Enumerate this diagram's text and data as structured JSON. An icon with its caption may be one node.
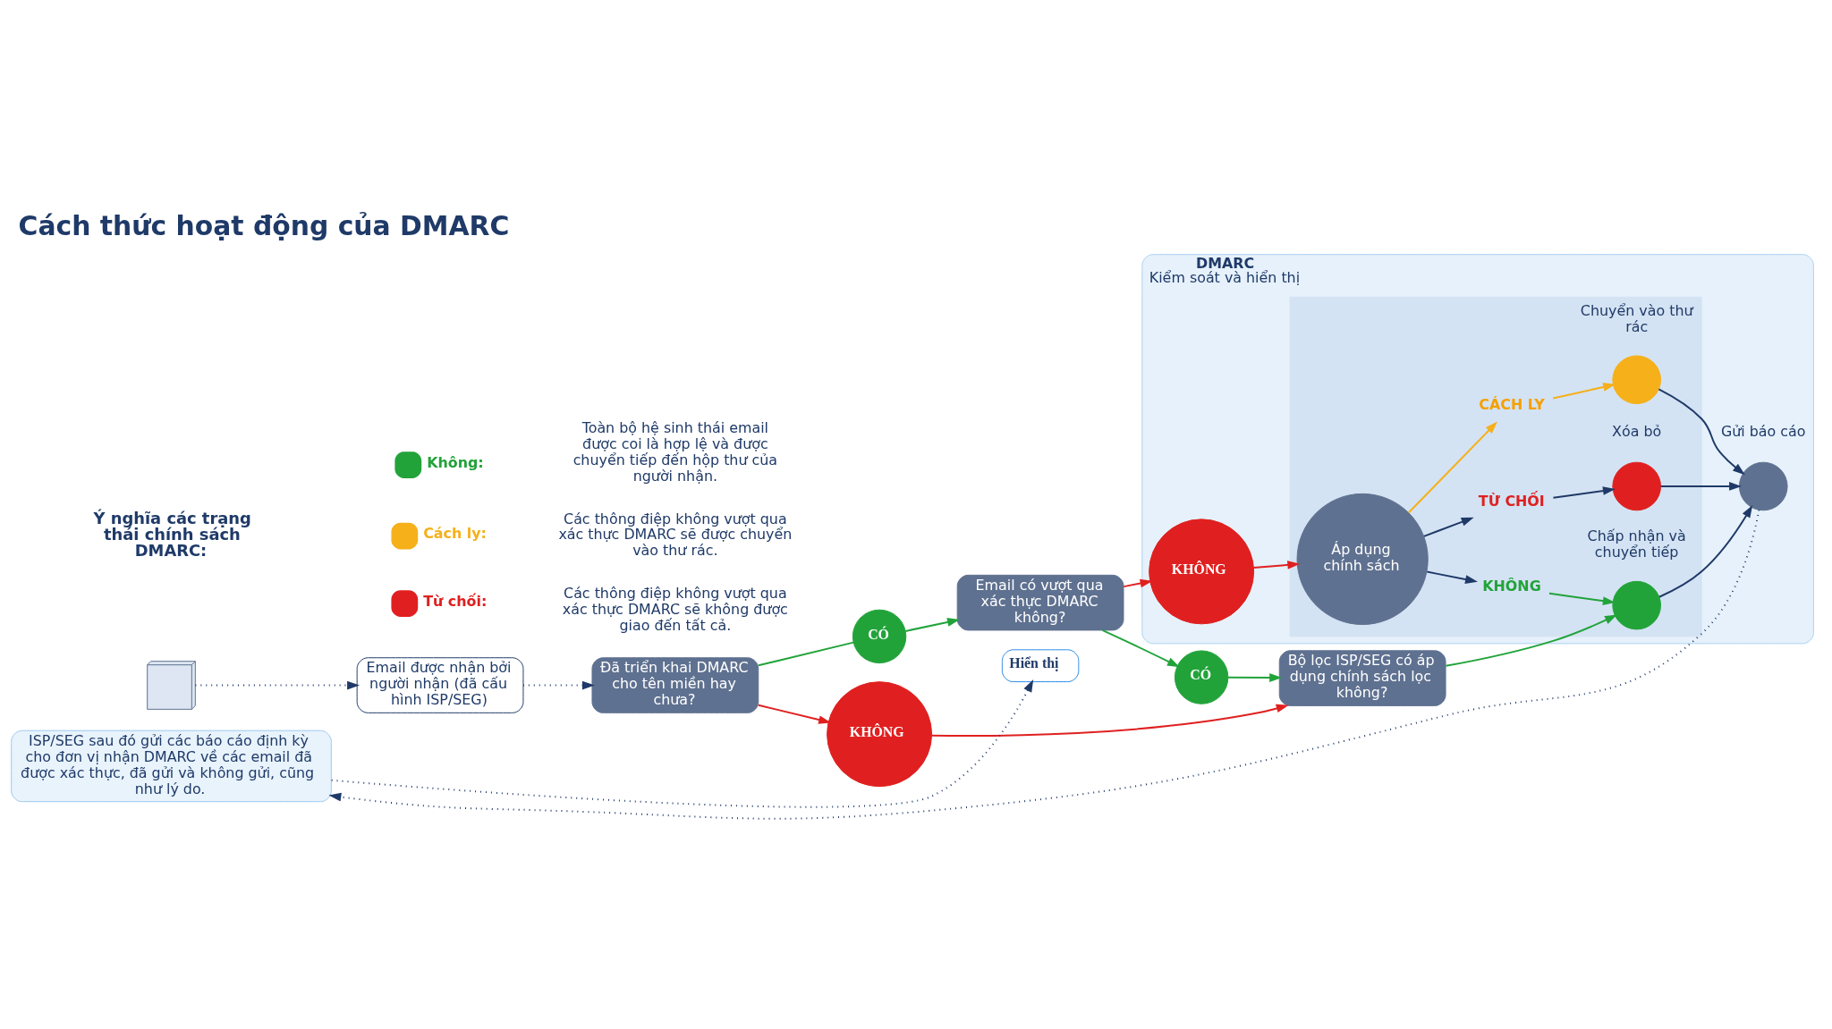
{
  "diagram": {
    "title": "Cách thức hoạt động của DMARC",
    "nodes": [
      {
        "text": [],
        "shape": "building"
      },
      {
        "text": [
          "Email được nhận bởi người nhận (đã cấu hình ISP/SEG)"
        ]
      },
      {
        "text": [
          "Đã triển khai DMARC cho tên miền hay chưa?"
        ]
      },
      {
        "text": [
          "CÓ"
        ]
      },
      {
        "text": [
          "KHÔNG"
        ]
      },
      {
        "text": [
          "Email có vượt qua xác thực DMARC không?"
        ]
      },
      {
        "text": [
          "CÓ"
        ]
      },
      {
        "text": [
          "Bộ lọc ISP/SEG có áp dụng chính sách lọc không?"
        ]
      },
      {
        "text": [
          "Hiển thị"
        ]
      },
      {
        "text": [
          "ISP/SEG sau đó gửi các báo cáo định kỳ cho đơn vị nhận DMARC về các email đã được xác thực, đã gửi và không gửi, cũng như lý do."
        ]
      },
      {
        "text": [
          "DMARC",
          "Kiểm soát và hiển thị"
        ]
      },
      {
        "text": [],
        "shape": "box",
        "in": 10
      },
      {
        "text": [
          "KHÔNG"
        ],
        "in": 10
      },
      {
        "text": [
          "Áp dụng chính sách"
        ],
        "in": 11
      },
      {
        "text": [
          "TỪ CHỐI"
        ],
        "in": 11
      },
      {
        "text": [
          "CÁCH LY"
        ],
        "in": 11
      },
      {
        "text": [
          "KHÔNG"
        ],
        "in": 11
      },
      {
        "text": [],
        "shape": "circle",
        "beside": [
          "Xóa bỏ"
        ],
        "in": 11
      },
      {
        "text": [],
        "shape": "circle",
        "beside": [
          "Chuyển vào thư rác"
        ],
        "in": 11
      },
      {
        "text": [],
        "shape": "circle",
        "beside": [
          "Chấp nhận và chuyển tiếp"
        ],
        "in": 11
      },
      {
        "text": [],
        "shape": "circle",
        "beside": [
          "Gửi báo cáo"
        ],
        "in": 10
      }
    ],
    "edges": [
      {
        "from": 0,
        "to": 1,
        "arrow": "to",
        "style": "dashed"
      },
      {
        "from": 1,
        "to": 2,
        "arrow": "to",
        "style": "dashed"
      },
      {
        "from": 2,
        "to": 3,
        "arrow": "none",
        "color": "#22a33a"
      },
      {
        "from": 3,
        "to": 5,
        "arrow": "to",
        "color": "#22a33a"
      },
      {
        "from": 2,
        "to": 4,
        "arrow": "to",
        "color": "#e02020"
      },
      {
        "from": 4,
        "to": 7,
        "arrow": "to",
        "color": "#e02020"
      },
      {
        "from": 5,
        "to": 6,
        "arrow": "to",
        "color": "#22a33a"
      },
      {
        "from": 6,
        "to": 7,
        "arrow": "to",
        "color": "#22a33a"
      },
      {
        "from": 5,
        "to": 12,
        "arrow": "to",
        "color": "#e02020"
      },
      {
        "from": 12,
        "to": 13,
        "arrow": "to",
        "color": "#e02020"
      },
      {
        "from": 7,
        "to": 19,
        "arrow": "to",
        "color": "#22a33a"
      },
      {
        "from": 13,
        "to": 14,
        "arrow": "to"
      },
      {
        "from": 13,
        "to": 15,
        "arrow": "to",
        "color": "#f5b01a"
      },
      {
        "from": 13,
        "to": 16,
        "arrow": "to"
      },
      {
        "from": 14,
        "to": 17,
        "arrow": "to"
      },
      {
        "from": 15,
        "to": 18,
        "arrow": "to",
        "color": "#f5b01a"
      },
      {
        "from": 16,
        "to": 19,
        "arrow": "to",
        "color": "#22a33a"
      },
      {
        "from": 17,
        "to": 20,
        "arrow": "to"
      },
      {
        "from": 18,
        "to": 20,
        "arrow": "to"
      },
      {
        "from": 19,
        "to": 20,
        "arrow": "to"
      },
      {
        "from": 20,
        "to": 9,
        "arrow": "to",
        "style": "dashed"
      },
      {
        "from": 9,
        "to": 8,
        "arrow": "to",
        "style": "dashed"
      }
    ],
    "labels": [
      "Ý nghĩa các trạng thái chính sách DMARC:",
      "Toàn bộ hệ sinh thái email được coi là hợp lệ và được chuyển tiếp đến hộp thư của người nhận.",
      "Các thông điệp không vượt qua xác thực DMARC sẽ được chuyển vào thư rác.",
      "Các thông điệp không vượt qua xác thực DMARC sẽ không được giao đến tất cả."
    ],
    "legend": [
      {
        "text": "Không:",
        "color": "#22a33a"
      },
      {
        "text": "Cách ly:",
        "color": "#f5b01a"
      },
      {
        "text": "Từ chối:",
        "color": "#e02020"
      }
    ]
  }
}
